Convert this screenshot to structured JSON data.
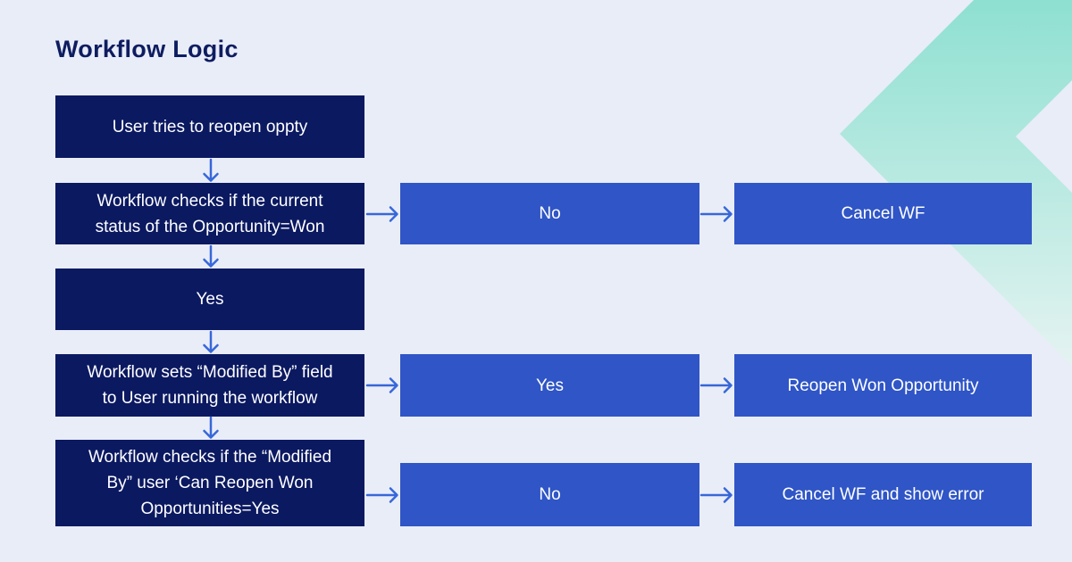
{
  "title": "Workflow Logic",
  "colors": {
    "background": "#e9edf8",
    "step_box": "#0b1961",
    "branch_box": "#2f55c6",
    "arrow": "#3767d9",
    "title_text": "#0e1d60",
    "box_text": "#ffffff",
    "decor_teal_start": "#8ee0d1",
    "decor_teal_end": "#e9f4f3"
  },
  "decor": {
    "shape": "chevron-left"
  },
  "flow": {
    "steps": [
      {
        "label": "User tries to reopen oppty"
      },
      {
        "label": "Workflow checks if the current\nstatus of the Opportunity=Won"
      },
      {
        "label": "Yes"
      },
      {
        "label": "Workflow sets “Modified By” field\nto User running the workflow"
      },
      {
        "label": "Workflow checks if the “Modified\nBy” user ‘Can Reopen Won\nOpportunities=Yes"
      }
    ],
    "branches": [
      {
        "decision": "No",
        "outcome": "Cancel WF"
      },
      {
        "decision": "Yes",
        "outcome": "Reopen Won Opportunity"
      },
      {
        "decision": "No",
        "outcome": "Cancel WF and show error"
      }
    ]
  }
}
